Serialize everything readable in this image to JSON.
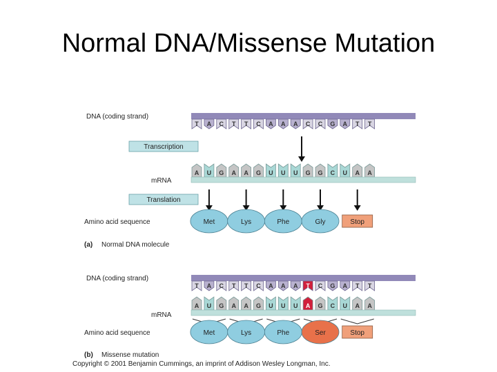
{
  "slide": {
    "title": "Normal DNA/Missense Mutation"
  },
  "labels": {
    "dna": "DNA (coding strand)",
    "mrna": "mRNA",
    "aa": "Amino acid sequence",
    "transcription": "Transcription",
    "translation": "Translation"
  },
  "panel_a": {
    "caption_letter": "(a)",
    "caption_text": "Normal DNA molecule",
    "dna": [
      "T",
      "A",
      "C",
      "T",
      "T",
      "C",
      "A",
      "A",
      "A",
      "C",
      "C",
      "G",
      "A",
      "T",
      "T"
    ],
    "mrna": [
      "A",
      "U",
      "G",
      "A",
      "A",
      "G",
      "U",
      "U",
      "U",
      "G",
      "G",
      "C",
      "U",
      "A",
      "A"
    ],
    "amino_acids": [
      "Met",
      "Lys",
      "Phe",
      "Gly",
      "Stop"
    ]
  },
  "panel_b": {
    "caption_letter": "(b)",
    "caption_text": "Missense mutation",
    "dna": [
      "T",
      "A",
      "C",
      "T",
      "T",
      "C",
      "A",
      "A",
      "A",
      "T",
      "C",
      "G",
      "A",
      "T",
      "T"
    ],
    "mrna": [
      "A",
      "U",
      "G",
      "A",
      "A",
      "G",
      "U",
      "U",
      "U",
      "A",
      "G",
      "C",
      "U",
      "A",
      "A"
    ],
    "amino_acids": [
      "Met",
      "Lys",
      "Phe",
      "Ser",
      "Stop"
    ],
    "mutated_index": 9
  },
  "copyright": "Copyright © 2001 Benjamin Cummings, an imprint of Addison Wesley Longman, Inc.",
  "colors": {
    "purine_shade": "#b8b1cf",
    "pyrimidine_shade": "#d9d6e3",
    "backbone": "#9189b8",
    "mrna_backbone": "#bfe0dc",
    "mrna_purine": "#c5c5c5",
    "mrna_pyrimidine": "#a9d8d6",
    "label_box": "#bfe2e6",
    "amino_acid": "#8fcde0",
    "stop": "#f0a07a",
    "mutation": "#d11f3b",
    "mutant_aa": "#e8714a"
  }
}
